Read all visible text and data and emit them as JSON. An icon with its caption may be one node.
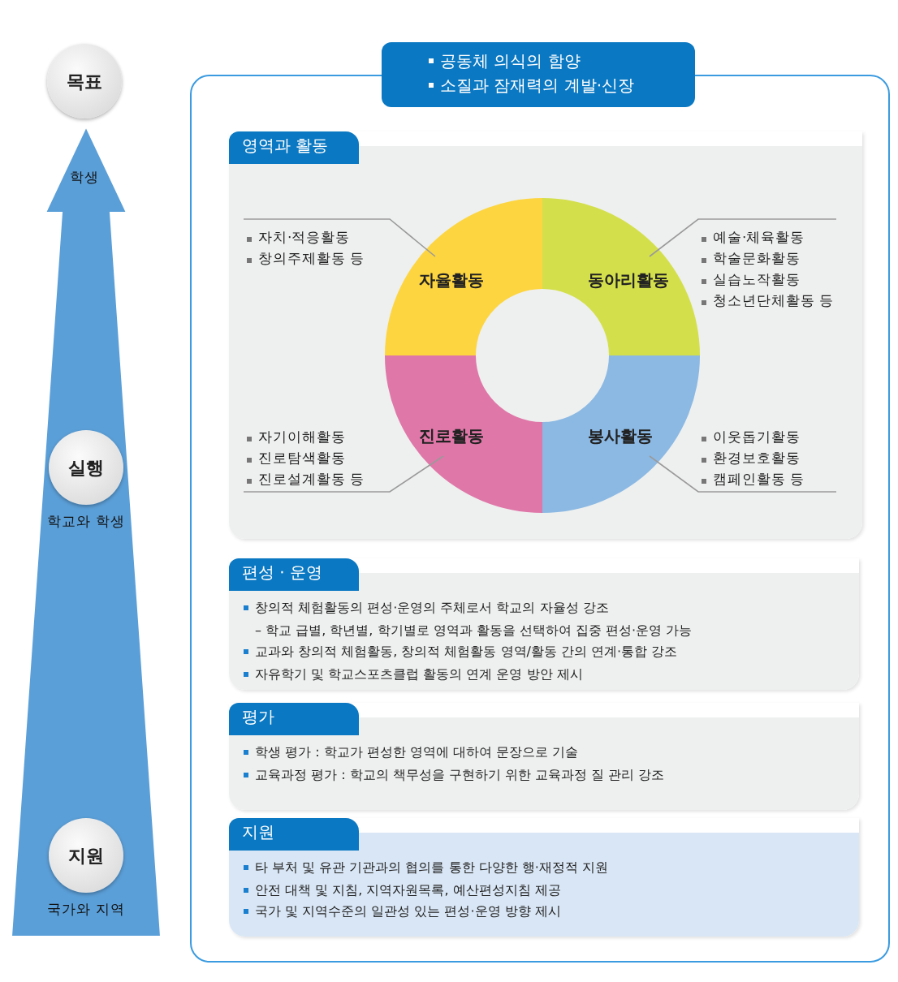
{
  "diagram": {
    "nodes": [
      {
        "text": [
          "목표"
        ],
        "beside": [
          "학생"
        ]
      },
      {
        "text": [
          "실행"
        ],
        "beside": [
          "학교와 학생"
        ]
      },
      {
        "text": [
          "지원"
        ],
        "beside": [
          "국가와 지역"
        ]
      },
      {
        "text": [],
        "shape": "box"
      },
      {
        "text": [
          "공동체 의식의 함양",
          "소질과 잠재력의 계발·신장"
        ]
      },
      {
        "text": [
          "영역과 활동"
        ],
        "in": 3
      },
      {
        "text": [
          "자율활동"
        ],
        "in": 5
      },
      {
        "text": [
          "동아리활동"
        ],
        "in": 5
      },
      {
        "text": [
          "진로활동"
        ],
        "in": 5
      },
      {
        "text": [
          "봉사활동"
        ],
        "in": 5
      },
      {
        "text": [
          "자치·적응활동",
          "창의주제활동 등"
        ],
        "in": 5
      },
      {
        "text": [
          "예술·체육활동",
          "학술문화활동",
          "실습노작활동",
          "청소년단체활동 등"
        ],
        "in": 5
      },
      {
        "text": [
          "자기이해활동",
          "진로탐색활동",
          "진로설계활동 등"
        ],
        "in": 5
      },
      {
        "text": [
          "이웃돕기활동",
          "환경보호활동",
          "캠페인활동 등"
        ],
        "in": 5
      },
      {
        "text": [
          "편성 · 운영",
          "창의적 체험활동의 편성·운영의 주체로서 학교의 자율성 강조",
          "– 학교 급별, 학년별, 학기별로 영역과 활동을 선택하여 집중 편성·운영 가능",
          "교과와 창의적 체험활동, 창의적 체험활동 영역/활동 간의 연계·통합 강조",
          "자유학기 및 학교스포츠클럽 활동의 연계 운영 방안 제시"
        ],
        "in": 3
      },
      {
        "text": [
          "평가",
          "학생 평가 : 학교가 편성한 영역에 대하여 문장으로 기술",
          "교육과정 평가 : 학교의 책무성을 구현하기 위한 교육과정 질 관리 강조"
        ],
        "in": 3
      },
      {
        "text": [
          "지원",
          "타 부처 및 유관 기관과의 협의를 통한 다양한 행·재정적 지원",
          "안전 대책 및 지침, 지역자원목록, 예산편성지침 제공",
          "국가 및 지역수준의 일관성 있는 편성·운영 방향 제시"
        ],
        "in": 3
      }
    ],
    "edges": [
      {
        "from": 2,
        "to": 0,
        "arrow": "to",
        "style": "thick"
      },
      {
        "from": 10,
        "to": 6,
        "arrow": "none"
      },
      {
        "from": 11,
        "to": 7,
        "arrow": "none"
      },
      {
        "from": 12,
        "to": 8,
        "arrow": "none"
      },
      {
        "from": 13,
        "to": 9,
        "arrow": "none"
      }
    ]
  }
}
